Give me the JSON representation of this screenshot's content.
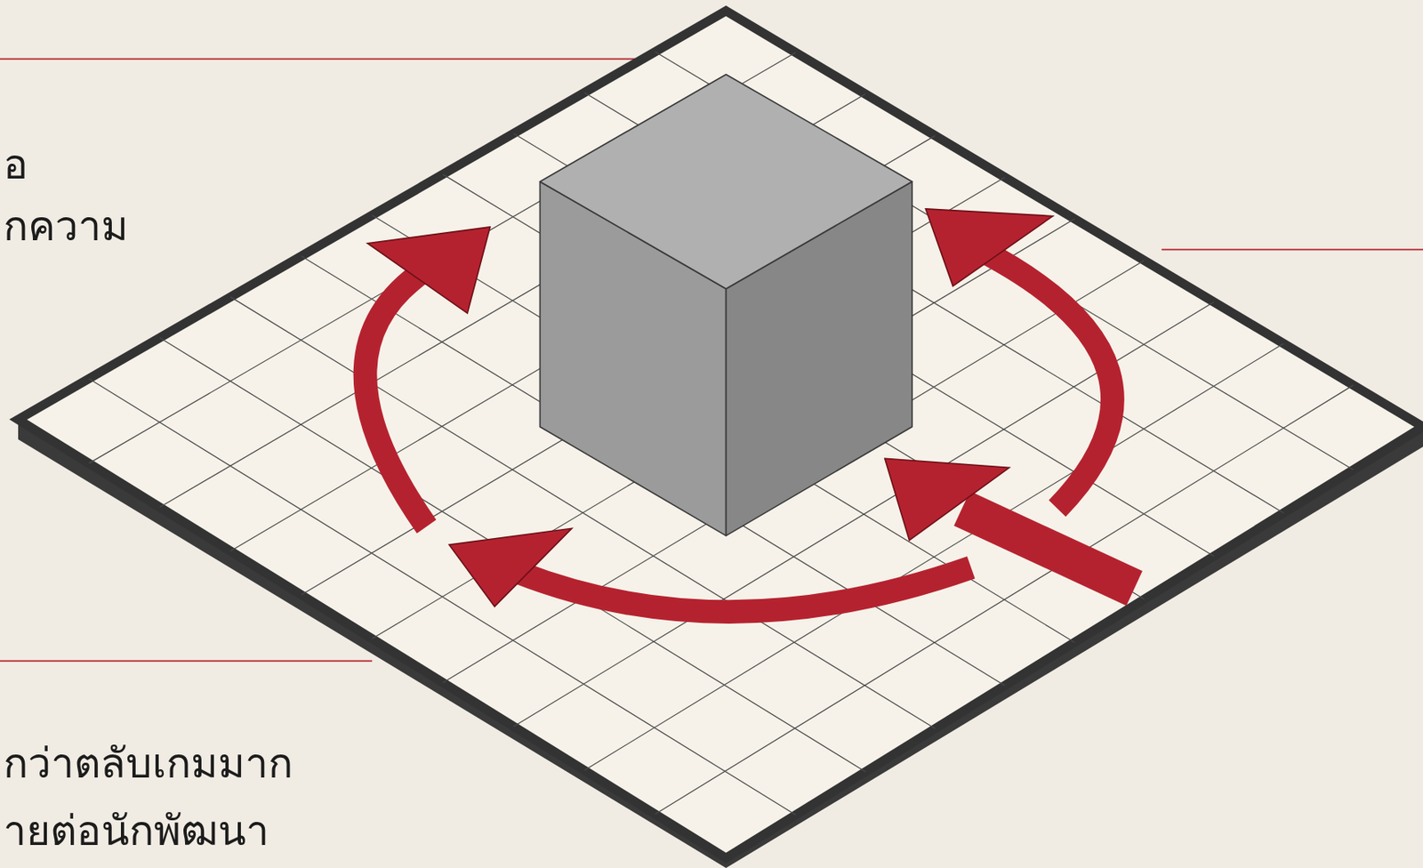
{
  "diagram": {
    "labels": [
      "อ",
      "กความ",
      "กว่าตลับเกมมาก",
      "ายต่อนักพัฒนา"
    ]
  }
}
